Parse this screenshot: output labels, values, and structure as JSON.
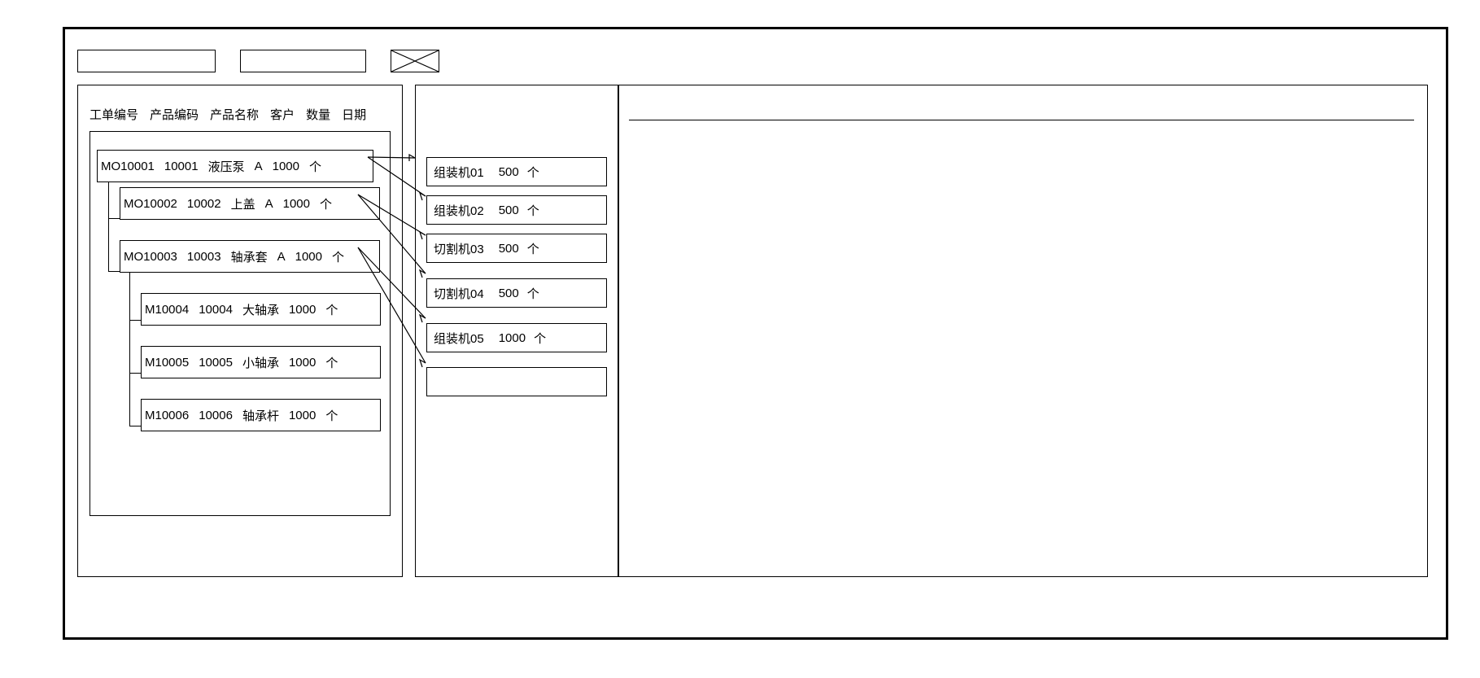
{
  "window": {
    "title": ""
  },
  "toolbar": {
    "boxes": [
      {
        "name": "toolbar-field-1",
        "label": ""
      },
      {
        "name": "toolbar-field-2",
        "label": ""
      }
    ],
    "image_placeholder": {
      "name": "image-placeholder-icon",
      "label": ""
    }
  },
  "left_panel": {
    "columns": [
      "工单编号",
      "产品编码",
      "产品名称",
      "客户",
      "数量",
      "日期"
    ],
    "rows": [
      {
        "depth": 0,
        "order_no": "MO10001",
        "product_code": "10001",
        "product_name": "液压泵",
        "customer": "A",
        "qty": "1000",
        "unit": "个"
      },
      {
        "depth": 1,
        "order_no": "MO10002",
        "product_code": "10002",
        "product_name": "上盖",
        "customer": "A",
        "qty": "1000",
        "unit": "个"
      },
      {
        "depth": 1,
        "order_no": "MO10003",
        "product_code": "10003",
        "product_name": "轴承套",
        "customer": "A",
        "qty": "1000",
        "unit": "个"
      },
      {
        "depth": 2,
        "order_no": "M10004",
        "product_code": "10004",
        "product_name": "大轴承",
        "customer": "",
        "qty": "1000",
        "unit": "个"
      },
      {
        "depth": 2,
        "order_no": "M10005",
        "product_code": "10005",
        "product_name": "小轴承",
        "customer": "",
        "qty": "1000",
        "unit": "个"
      },
      {
        "depth": 2,
        "order_no": "M10006",
        "product_code": "10006",
        "product_name": "轴承杆",
        "customer": "",
        "qty": "1000",
        "unit": "个"
      }
    ]
  },
  "middle_panel": {
    "cards": [
      {
        "machine": "组装机01",
        "qty": "500",
        "unit": "个"
      },
      {
        "machine": "组装机02",
        "qty": "500",
        "unit": "个"
      },
      {
        "machine": "切割机03",
        "qty": "500",
        "unit": "个"
      },
      {
        "machine": "切割机04",
        "qty": "500",
        "unit": "个"
      },
      {
        "machine": "组装机05",
        "qty": "1000",
        "unit": "个"
      },
      {
        "machine": "",
        "qty": "",
        "unit": ""
      }
    ]
  },
  "right_panel": {
    "content": ""
  },
  "colors": {
    "stroke": "#000000",
    "background": "#ffffff"
  }
}
